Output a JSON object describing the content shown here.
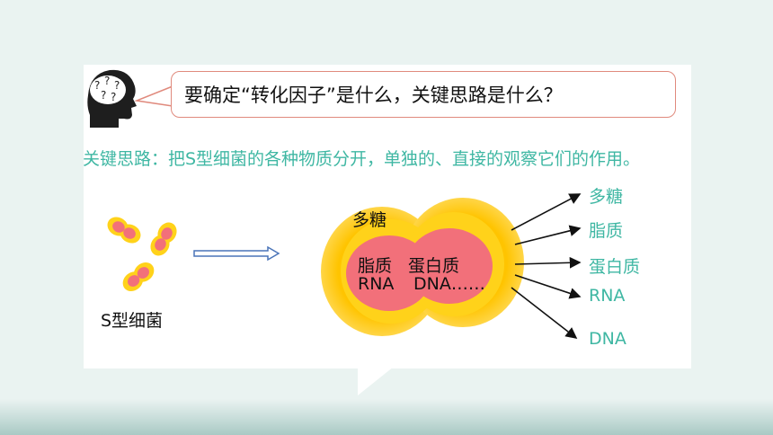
{
  "question": "要确定“转化因子”是什么，关键思路是什么？",
  "key_idea": "关键思路：把S型细菌的各种物质分开，单独的、直接的观察它们的作用。",
  "bacteria_label": "S型细菌",
  "cell": {
    "capsule_label": "多糖",
    "inner_line1_a": "脂质",
    "inner_line1_b": "蛋白质",
    "inner_line2_a": "RNA",
    "inner_line2_b": "DNA……"
  },
  "components": [
    "多糖",
    "脂质",
    "蛋白质",
    "RNA",
    "DNA"
  ],
  "colors": {
    "teal": "#3fb7a3",
    "capsule": "#ffd21a",
    "inner": "#f2707a",
    "bubble_border": "#e08a7d"
  }
}
